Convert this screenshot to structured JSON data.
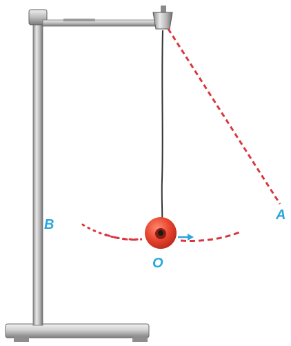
{
  "labels": {
    "a": "A",
    "b": "B",
    "o": "O"
  },
  "colors": {
    "label": "#2aa6dc",
    "dashed_path": "#d9363e",
    "bob_outer": "#e8452f",
    "bob_inner": "#8a1c12",
    "stand_light": "#e4e4e4",
    "stand_dark": "#7c7c7c",
    "string": "#333333"
  },
  "icons": [
    "stand-base",
    "stand-rod",
    "clamp",
    "pendulum-bob",
    "motion-arrow-icon"
  ]
}
